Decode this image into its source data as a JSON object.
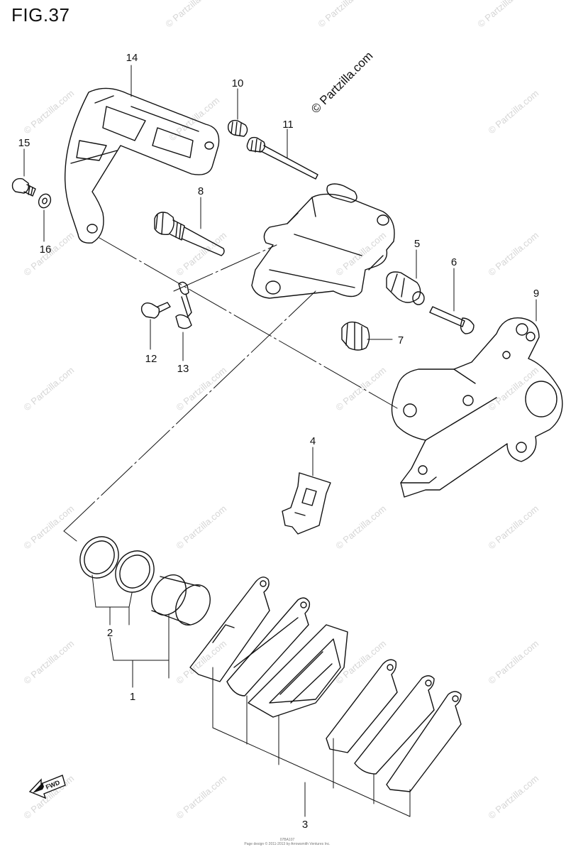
{
  "figure": {
    "title": "FIG.37"
  },
  "copyright": "© Partzilla.com",
  "watermark": "© Partzilla.com",
  "fine_print": [
    "07BA107",
    "Page design © 2011-2013 by Arrowsmith Ventures Inc."
  ],
  "fwd": "FWD",
  "callouts": {
    "c1": "1",
    "c2": "2",
    "c3": "3",
    "c4": "4",
    "c5": "5",
    "c6": "6",
    "c7": "7",
    "c8": "8",
    "c9": "9",
    "c10": "10",
    "c11": "11",
    "c12": "12",
    "c13": "13",
    "c14": "14",
    "c15": "15",
    "c16": "16"
  },
  "colors": {
    "line": "#111111",
    "watermark": "#d6d6d6"
  }
}
